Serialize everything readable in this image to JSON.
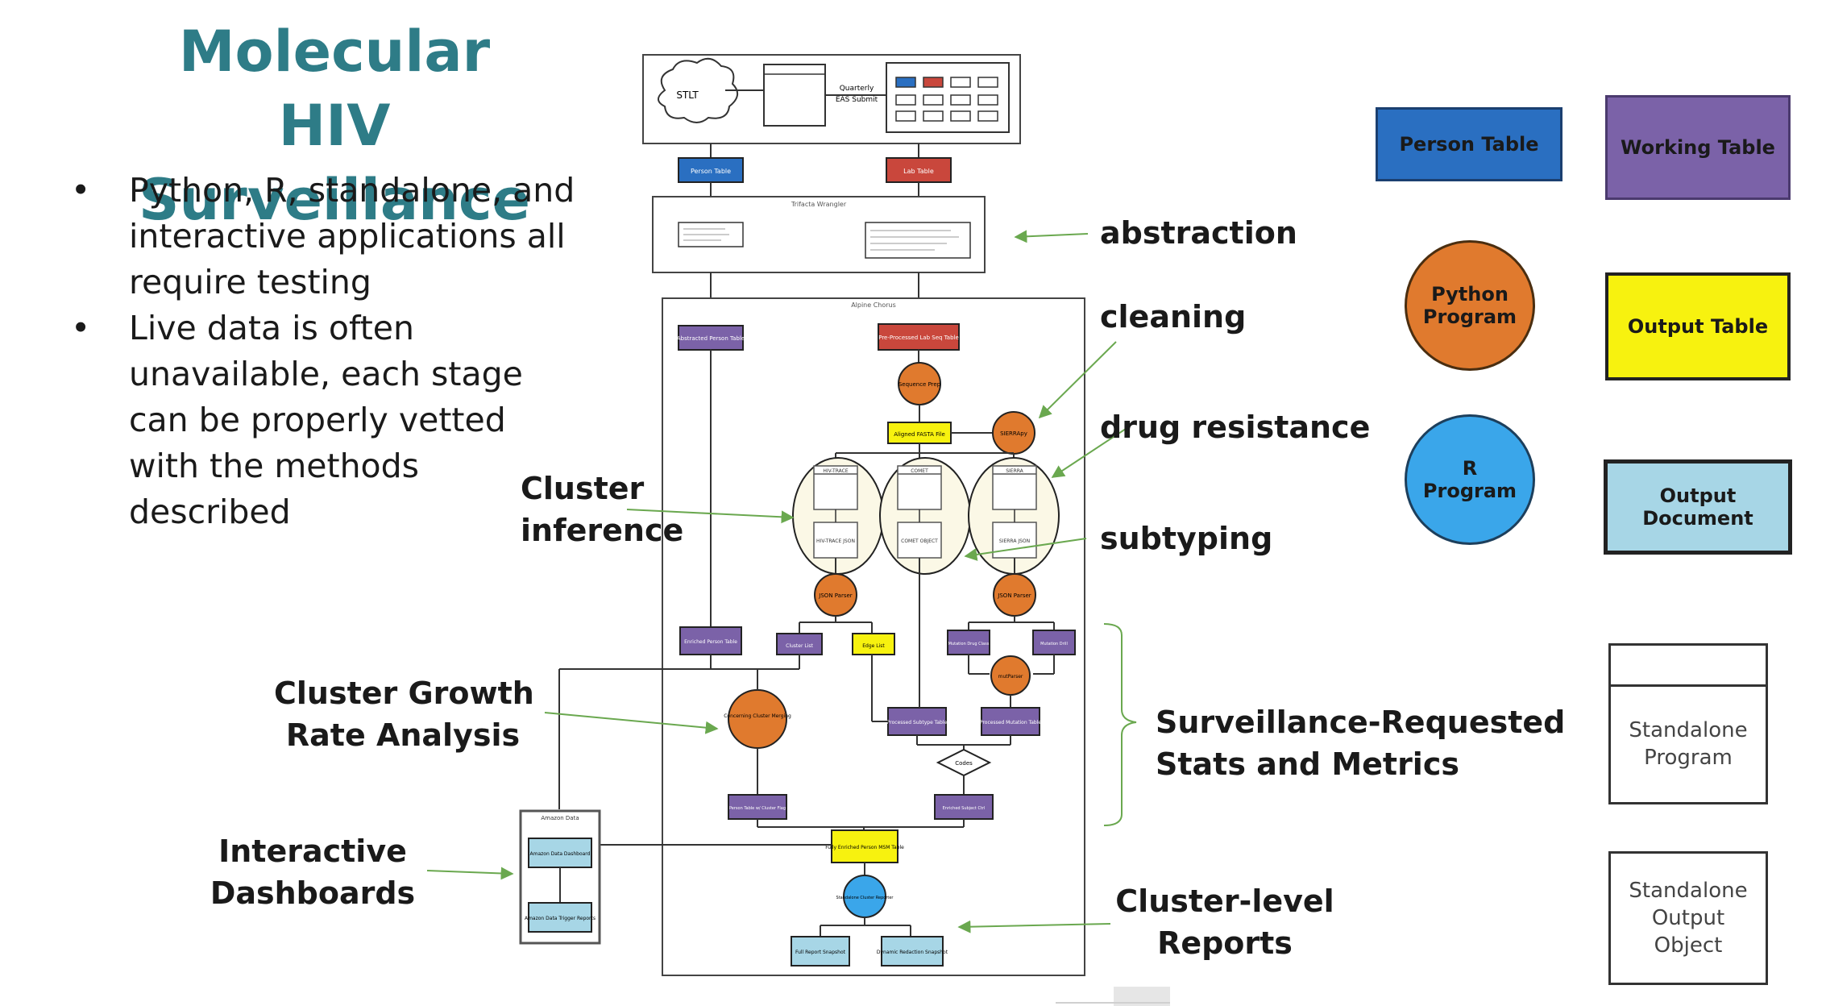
{
  "title": {
    "line1": "Molecular",
    "line2": "HIV Surveillance"
  },
  "bullets": [
    "Python, R, standalone, and interactive applications all require testing",
    "Live data is often unavailable, each stage can be properly vetted with the methods described"
  ],
  "labels": {
    "abstraction": "abstraction",
    "cleaning": "cleaning",
    "drug_resistance": "drug resistance",
    "subtyping": "subtyping",
    "cluster_inference_1": "Cluster",
    "cluster_inference_2": "inference",
    "cluster_growth_1": "Cluster Growth",
    "cluster_growth_2": "Rate Analysis",
    "interactive_1": "Interactive",
    "interactive_2": "Dashboards",
    "surveillance_1": "Surveillance-Requested",
    "surveillance_2": "Stats and Metrics",
    "cluster_reports_1": "Cluster-level",
    "cluster_reports_2": "Reports"
  },
  "legend": {
    "person_table": "Person Table",
    "working_table": "Working Table",
    "python_program_1": "Python",
    "python_program_2": "Program",
    "output_table": "Output Table",
    "r_program_1": "R",
    "r_program_2": "Program",
    "output_document": "Output Document",
    "standalone_program_1": "Standalone",
    "standalone_program_2": "Program",
    "standalone_output_1": "Standalone",
    "standalone_output_2": "Output",
    "standalone_output_3": "Object"
  },
  "diagram": {
    "stlt": "STLT",
    "quarterly": "Quarterly",
    "quarterly_2": "EAS Submit",
    "person_table": "Person Table",
    "lab_table": "Lab Table",
    "trifacta": "Trifacta Wrangler",
    "alpine": "Alpine Chorus",
    "abstracted_person": "Abstracted Person Table",
    "preprocessed_lab": "Pre-Processed Lab Seq Table",
    "sequence_prep": "Sequence Prep",
    "aligned_fasta": "Aligned FASTA File",
    "sierrapy": "SIERRApy",
    "hiv_trace": "HIV-TRACE",
    "comet": "COMET",
    "sierra": "SIERRA",
    "hivtrace_json": "HIV-TRACE JSON",
    "comet_object": "COMET OBJECT",
    "sierra_json": "SIERRA JSON",
    "json_parser_left": "JSON Parser",
    "json_parser_right": "JSON Parser",
    "enriched_person": "Enriched Person Table",
    "cluster_list": "Cluster List",
    "edge_list": "Edge List",
    "mutation_list": "Mutation Drug Class",
    "mutation_list_2": "Mutation Drill",
    "mut_parser": "mutParser",
    "cluster_merging": "Concerning Cluster Merging",
    "processed_subtype": "Processed Subtype Table",
    "processed_mutation": "Processed Mutation Table",
    "codes": "Codes",
    "person_table_cluster": "Person Table w/ Cluster Flag",
    "enriched_subject": "Enriched Subject Ctrl",
    "amazon_data": "Amazon Data",
    "amazon_dashboard": "Amazon Data Dashboard",
    "amazon_trigger": "Amazon Data Trigger Reports",
    "fully_enriched": "Fully Enriched Person MSM Table",
    "standalone_cluster": "Standalone Cluster Reporter",
    "full_report": "Full Report Snapshot",
    "dynamic_redaction": "Dynamic Redaction Snapshot"
  },
  "colors": {
    "title": "#2e7c87",
    "person_table": "#2a6fc1",
    "working_table": "#7b62a8",
    "python_program": "#e07a2e",
    "output_table": "#f7f20f",
    "r_program": "#3aa6ea",
    "output_document": "#a7d6e6",
    "lab_table": "#c9473c",
    "arrow_green": "#6aa84f"
  }
}
